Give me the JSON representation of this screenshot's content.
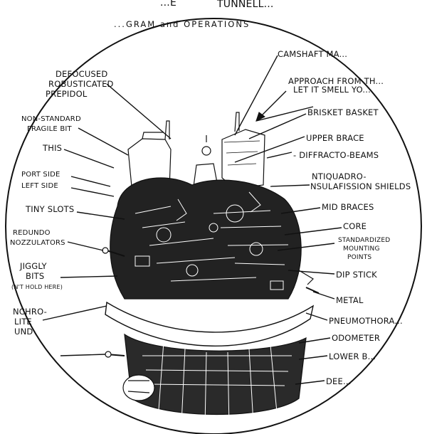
{
  "header": {
    "title_left": "...E",
    "title_right": "TUNNELL...",
    "subtitle": "...GRAM and OPERATIONS"
  },
  "labels": {
    "camshaft": "CAMSHAFT MA...",
    "approach_1": "APPROACH FROM TH...",
    "approach_2": "LET IT SMELL YO...",
    "brisket": "BRISKET BASKET",
    "upper_brace": "UPPER BRACE",
    "diffracto": "- DIFFRACTO-BEAMS",
    "antiquadro_1": "NTIQUADRO-",
    "antiquadro_2": "NSULAFISSION SHIELDS",
    "mid_braces": "MID BRACES",
    "core": "CORE",
    "standardized_1": "STANDARDIZED",
    "standardized_2": "MOUNTING",
    "standardized_3": "POINTS",
    "dip_stick": "DIP STICK",
    "metal": "METAL",
    "pneumothora": "PNEUMOTHORA...",
    "odometer": "ODOMETER",
    "lower_b": "LOWER B...",
    "dee": "DEE...",
    "defocused_1": "DEFOCUSED",
    "defocused_2": "ROBUSTICATED",
    "defocused_3": "PREPIDOL",
    "nonstandard_1": "NON-STANDARD",
    "nonstandard_2": "FRAGILE BIT",
    "this": "THIS",
    "port_side": "PORT SIDE",
    "left_side": "LEFT SIDE",
    "tiny_slots": "TINY SLOTS",
    "redundo_1": "REDUNDO",
    "redundo_2": "NOZZULATORS",
    "jiggly_1": "JIGGLY",
    "jiggly_2": "BITS",
    "jiggly_3": "(N'T HOLD HERE)",
    "synchro_1": "NCHRO-",
    "synchro_2": "LITE",
    "synchro_3": "UND"
  },
  "colors": {
    "ink": "#111111",
    "paper": "#ffffff"
  }
}
